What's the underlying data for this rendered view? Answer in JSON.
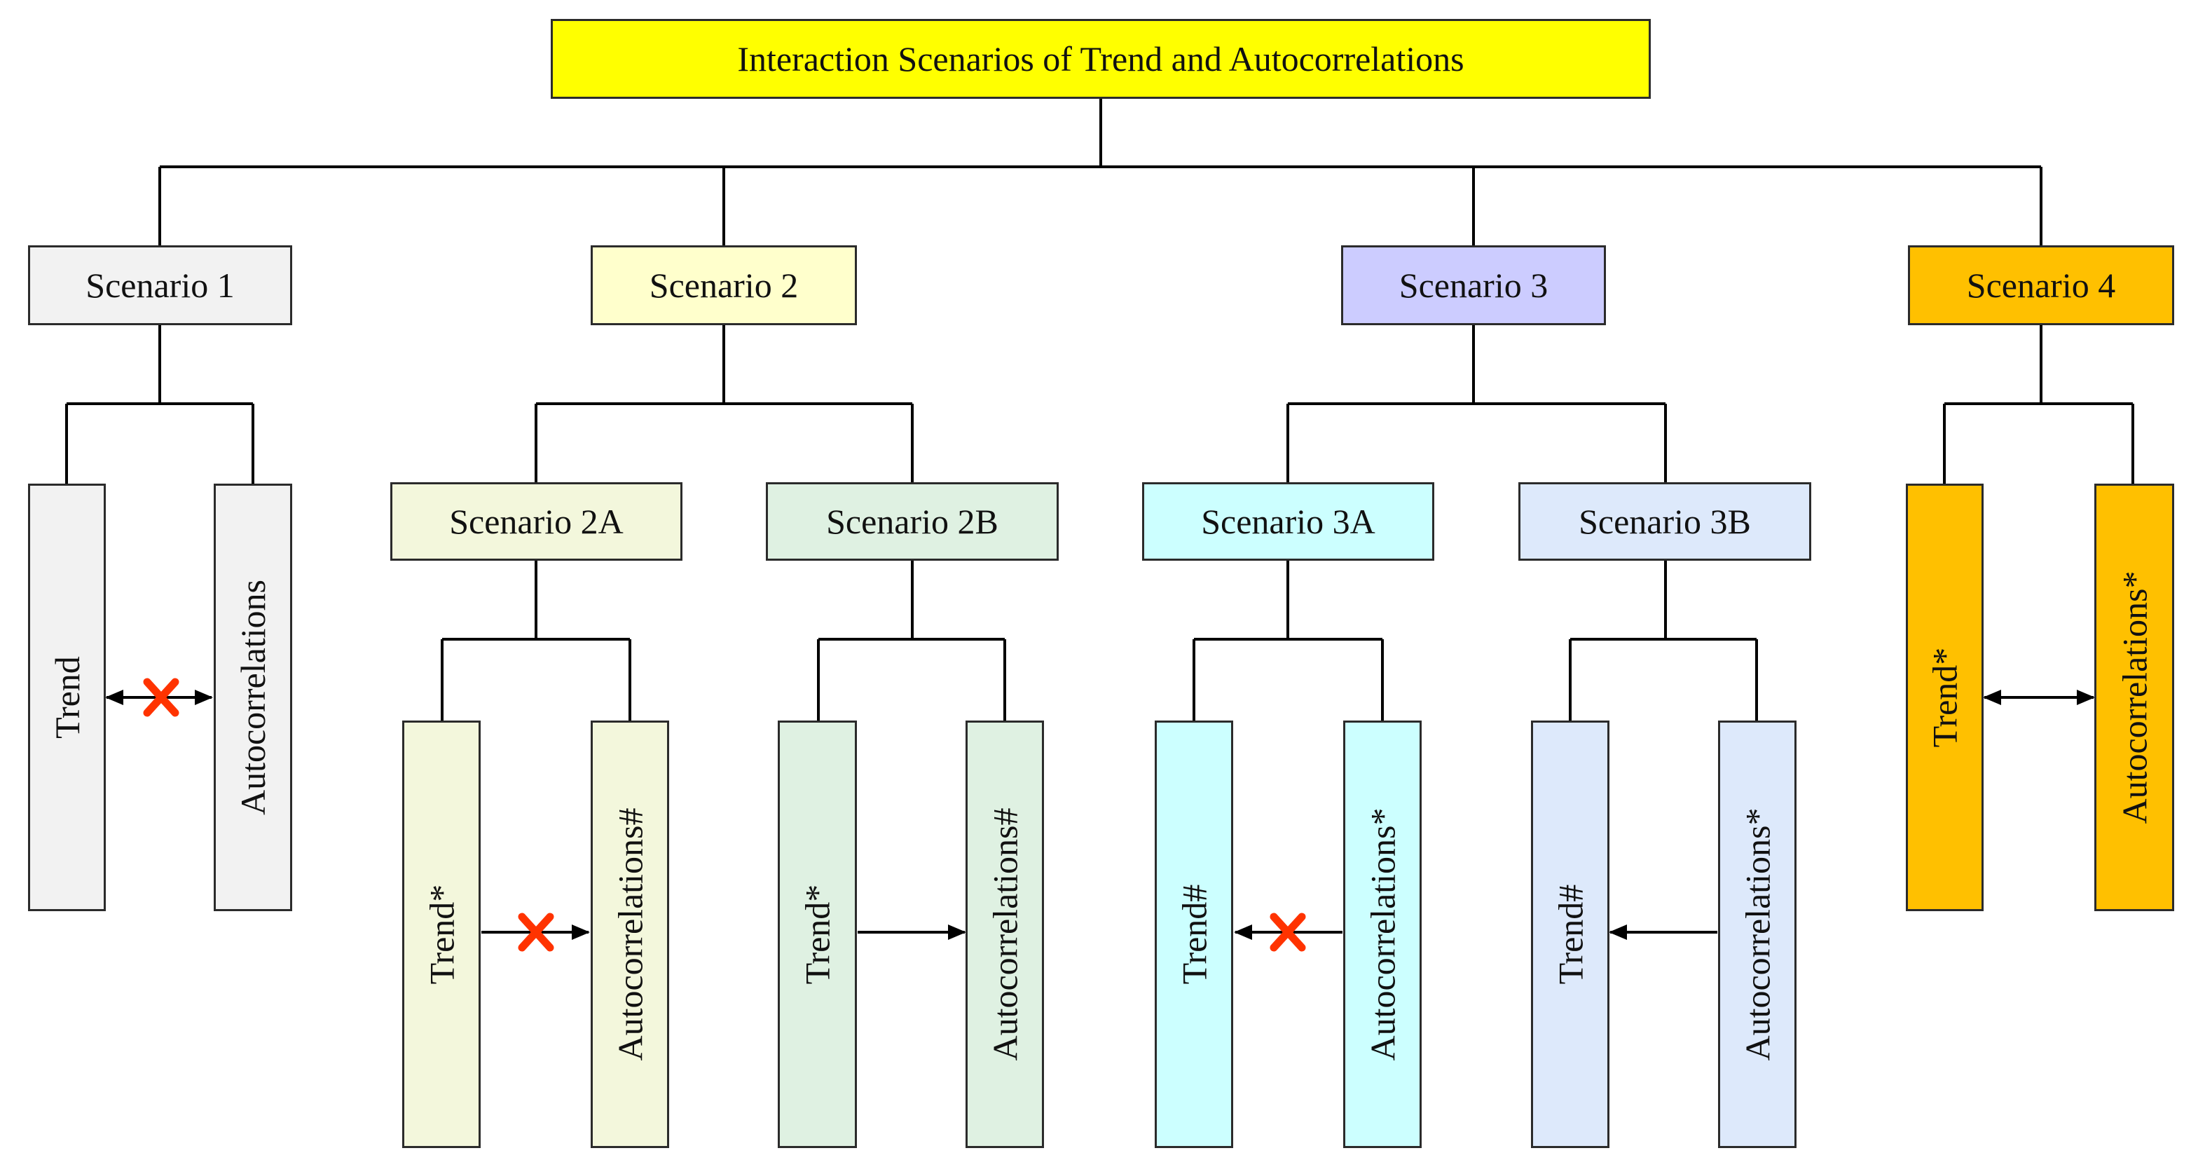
{
  "title": "Interaction Scenarios of Trend and Autocorrelations",
  "colors": {
    "title": "#ffff00",
    "scenario1": "#f2f2f2",
    "scenario2": "#ffffcc",
    "scenario2a": "#f3f7dc",
    "scenario2b": "#dff1e2",
    "scenario3": "#ccccff",
    "scenario3a": "#ccffff",
    "scenario3b": "#dde9fb",
    "scenario4": "#ffc000",
    "cross": "#ff3300",
    "line": "#000000"
  },
  "scenarios": {
    "s1": "Scenario 1",
    "s2": "Scenario 2",
    "s2a": "Scenario 2A",
    "s2b": "Scenario 2B",
    "s3": "Scenario 3",
    "s3a": "Scenario 3A",
    "s3b": "Scenario 3B",
    "s4": "Scenario 4"
  },
  "leaves": {
    "s1_trend": "Trend",
    "s1_auto": "Autocorrelations",
    "s2a_trend": "Trend*",
    "s2a_auto": "Autocorrelations#",
    "s2b_trend": "Trend*",
    "s2b_auto": "Autocorrelations#",
    "s3a_trend": "Trend#",
    "s3a_auto": "Autocorrelations*",
    "s3b_trend": "Trend#",
    "s3b_auto": "Autocorrelations*",
    "s4_trend": "Trend*",
    "s4_auto": "Autocorrelations*"
  }
}
